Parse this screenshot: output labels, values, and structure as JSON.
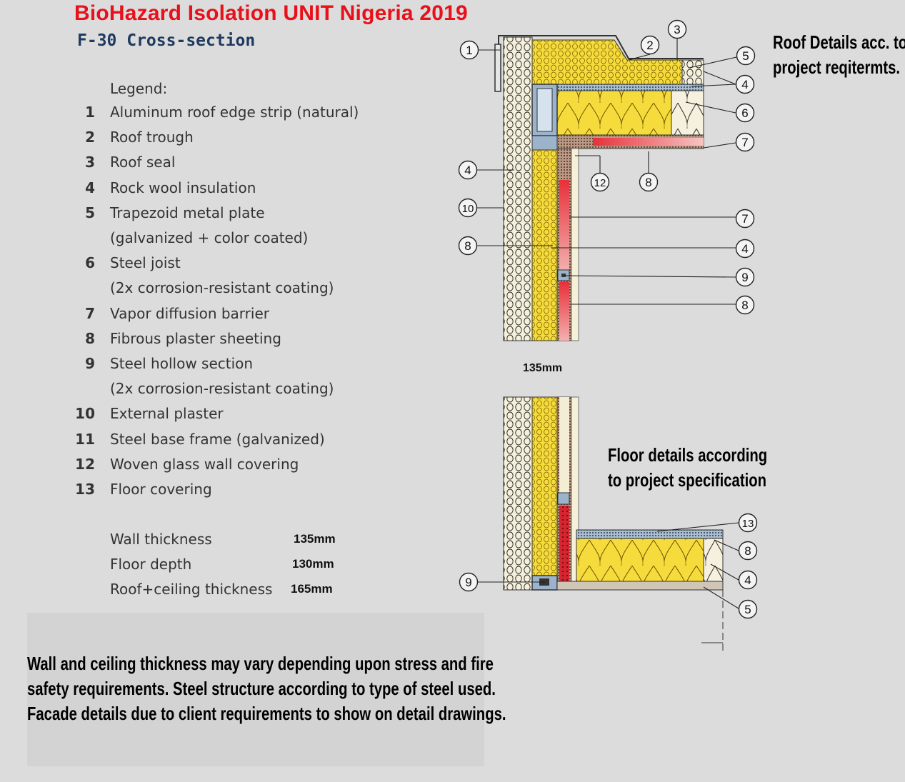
{
  "title": "BioHazard Isolation UNIT Nigeria 2019",
  "subtitle": "F-30 Cross-section",
  "legend": {
    "heading": "Legend:",
    "items": [
      {
        "num": "1",
        "text": "Aluminum roof edge strip (natural)"
      },
      {
        "num": "2",
        "text": "Roof trough"
      },
      {
        "num": "3",
        "text": "Roof seal"
      },
      {
        "num": "4",
        "text": "Rock wool insulation"
      },
      {
        "num": "5",
        "text": "Trapezoid metal plate"
      },
      {
        "num": "",
        "text": "(galvanized + color coated)"
      },
      {
        "num": "6",
        "text": "Steel joist"
      },
      {
        "num": "",
        "text": "(2x corrosion-resistant coating)"
      },
      {
        "num": "7",
        "text": "Vapor diffusion barrier"
      },
      {
        "num": "8",
        "text": "Fibrous plaster sheeting"
      },
      {
        "num": "9",
        "text": "Steel hollow section"
      },
      {
        "num": "",
        "text": "(2x corrosion-resistant coating)"
      },
      {
        "num": "10",
        "text": "External plaster"
      },
      {
        "num": "11",
        "text": "Steel base frame (galvanized)"
      },
      {
        "num": "12",
        "text": "Woven glass wall covering"
      },
      {
        "num": "13",
        "text": "Floor covering"
      }
    ]
  },
  "dimensions": [
    {
      "label": "Wall thickness",
      "value": "135mm"
    },
    {
      "label": "Floor depth",
      "value": "130mm"
    },
    {
      "label": "Roof+ceiling thickness",
      "value": "165mm"
    }
  ],
  "notes": {
    "roof": [
      "Roof Details acc. to",
      "project reqitermts."
    ],
    "floor": [
      "Floor details according",
      "to project specification"
    ],
    "bottom": [
      "Wall and ceiling thickness may vary depending upon stress and fire",
      "safety requirements. Steel structure according to type of steel used.",
      "Facade details due to client requirements to show on detail drawings."
    ]
  },
  "drawing": {
    "wall_dimension": "135mm",
    "callouts": [
      "1",
      "2",
      "3",
      "4",
      "5",
      "6",
      "7",
      "8",
      "9",
      "10",
      "12",
      "13"
    ],
    "colors": {
      "insulation_yellow": "#f5dc3c",
      "plaster_cream": "#f3edd3",
      "vapor_barrier_red": "#e8303a",
      "steel_blue": "#9bb4cc",
      "brown_sheet": "#8a5a40"
    }
  }
}
